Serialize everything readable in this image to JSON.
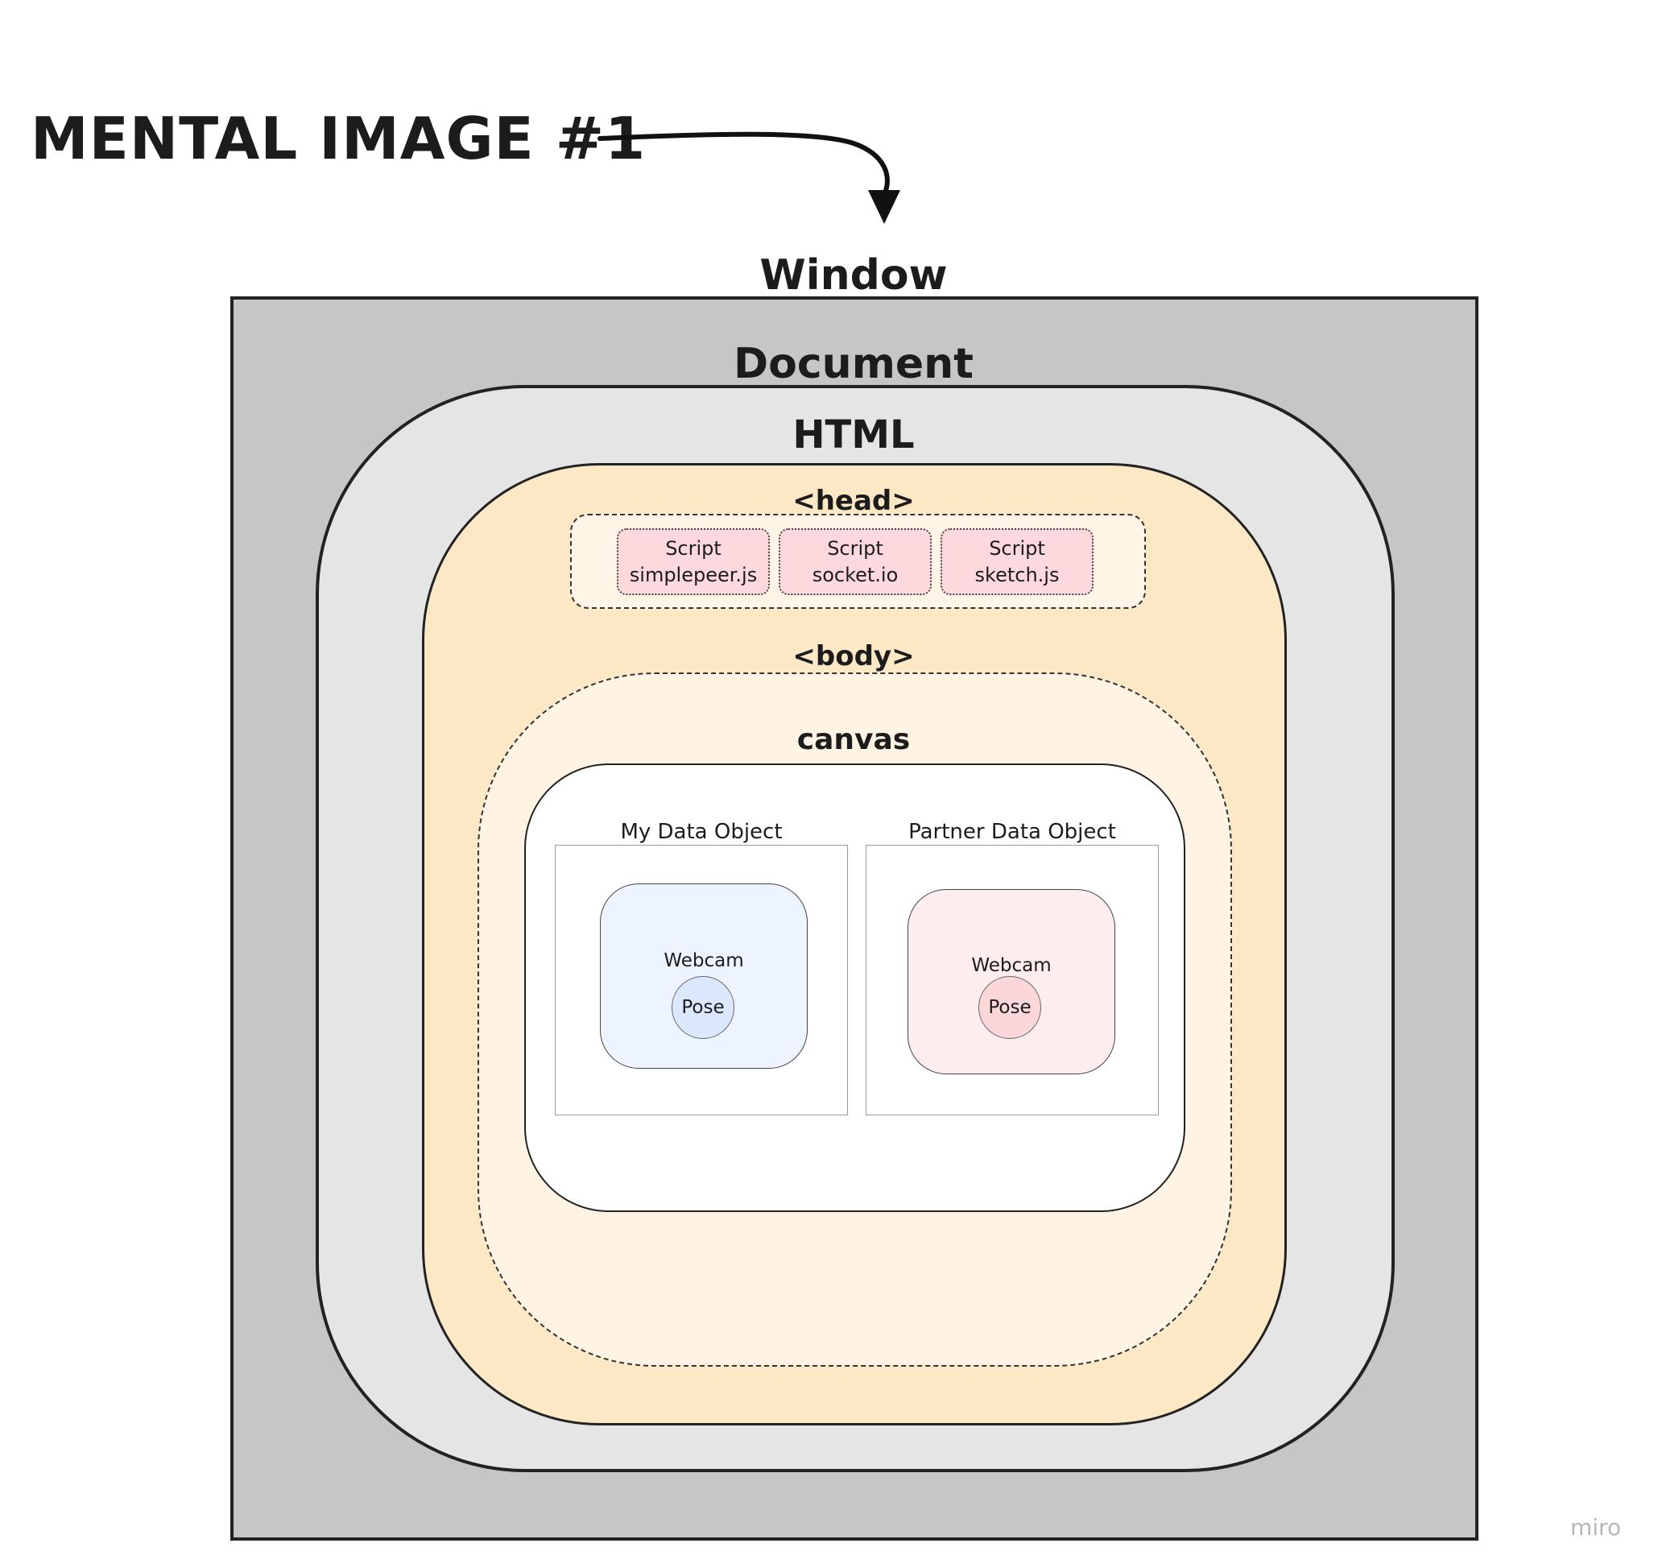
{
  "title": "MENTAL IMAGE #1",
  "labels": {
    "window": "Window",
    "document": "Document",
    "html": "HTML",
    "head": "<head>",
    "body": "<body>",
    "canvas": "canvas"
  },
  "scripts": [
    {
      "type": "Script",
      "name": "simplepeer.js"
    },
    {
      "type": "Script",
      "name": "socket.io"
    },
    {
      "type": "Script",
      "name": "sketch.js"
    }
  ],
  "data_objects": [
    {
      "label": "My Data Object",
      "webcam": "Webcam",
      "pose": "Pose",
      "fill": "#eef4ff",
      "pose_fill": "#dce8fd"
    },
    {
      "label": "Partner Data Object",
      "webcam": "Webcam",
      "pose": "Pose",
      "fill": "#feedef",
      "pose_fill": "#fbd7da"
    }
  ],
  "watermark": "miro",
  "colors": {
    "window": "#c6c6c6",
    "document": "#e5e5e5",
    "html": "#fde8c6",
    "body": "#fff4e3",
    "script": "#fdd8dc"
  }
}
